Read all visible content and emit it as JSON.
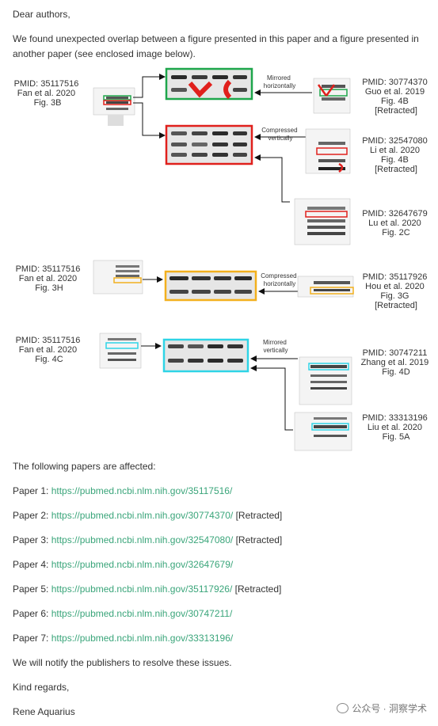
{
  "greeting": "Dear authors,",
  "intro": "We found unexpected overlap between a figure presented in this paper and a figure presented in another paper (see enclosed image below).",
  "figure": {
    "groups": [
      {
        "left": [
          "PMID: 35117516",
          "Fan et al. 2020",
          "Fig. 3B"
        ]
      },
      {
        "left": [
          "PMID: 35117516",
          "Fan et al. 2020",
          "Fig. 3H"
        ]
      },
      {
        "left": [
          "PMID: 35117516",
          "Fan et al. 2020",
          "Fig. 4C"
        ]
      }
    ],
    "right_labels": [
      [
        "PMID: 30774370",
        "Guo et al. 2019",
        "Fig. 4B",
        "[Retracted]"
      ],
      [
        "PMID: 32547080",
        "Li et al. 2020",
        "Fig. 4B",
        "[Retracted]"
      ],
      [
        "PMID: 32647679",
        "Lu et al. 2020",
        "Fig. 2C"
      ],
      [
        "PMID: 35117926",
        "Hou et al. 2020",
        "Fig. 3G",
        "[Retracted]"
      ],
      [
        "PMID: 30747211",
        "Zhang et al. 2019",
        "Fig. 4D"
      ],
      [
        "PMID: 33313196",
        "Liu et al. 2020",
        "Fig. 5A"
      ]
    ],
    "notes": [
      [
        "Mirrored",
        "horizontally"
      ],
      [
        "Compressed",
        "vertically"
      ],
      [
        "Compressed",
        "horizontally"
      ],
      [
        "Mirrored",
        "vertically"
      ]
    ],
    "colors": {
      "green": "#1ea64b",
      "red": "#e0201c",
      "orange": "#f2b01e",
      "cyan": "#2fd4e6"
    }
  },
  "affected_intro": "The following papers are affected:",
  "papers": [
    {
      "label": "Paper 1:",
      "url": "https://pubmed.ncbi.nlm.nih.gov/35117516/",
      "suffix": ""
    },
    {
      "label": "Paper 2:",
      "url": "https://pubmed.ncbi.nlm.nih.gov/30774370/",
      "suffix": "[Retracted]"
    },
    {
      "label": "Paper 3:",
      "url": "https://pubmed.ncbi.nlm.nih.gov/32547080/",
      "suffix": "[Retracted]"
    },
    {
      "label": "Paper 4:",
      "url": "https://pubmed.ncbi.nlm.nih.gov/32647679/",
      "suffix": ""
    },
    {
      "label": "Paper 5:",
      "url": "https://pubmed.ncbi.nlm.nih.gov/35117926/",
      "suffix": "[Retracted]"
    },
    {
      "label": "Paper 6:",
      "url": "https://pubmed.ncbi.nlm.nih.gov/30747211/",
      "suffix": ""
    },
    {
      "label": "Paper 7:",
      "url": "https://pubmed.ncbi.nlm.nih.gov/33313196/",
      "suffix": ""
    }
  ],
  "closing": "We will notify the publishers to resolve these issues.",
  "regards": "Kind regards,",
  "signature": "Rene Aquarius",
  "watermark": "公众号 · 洞察学术"
}
